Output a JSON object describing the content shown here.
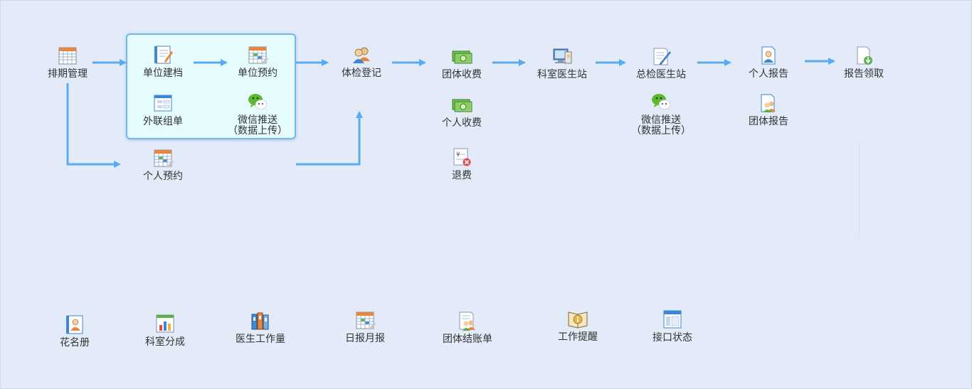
{
  "workflow": {
    "schedule": {
      "label": "排期管理",
      "icon": "calendar-grid-icon"
    },
    "unit_archive": {
      "label": "单位建档",
      "icon": "notebook-pencil-icon"
    },
    "unit_appointment": {
      "label": "单位预约",
      "icon": "calendar-grid-icon"
    },
    "external_group": {
      "label": "外联组单",
      "icon": "window-form-icon"
    },
    "wechat_push_1": {
      "label": "微信推送",
      "sub": "（数据上传）",
      "icon": "wechat-icon"
    },
    "personal_appointment": {
      "label": "个人预约",
      "icon": "calendar-edit-icon"
    },
    "registration": {
      "label": "体检登记",
      "icon": "users-icon"
    },
    "group_charge": {
      "label": "团体收费",
      "icon": "money-icon"
    },
    "personal_charge": {
      "label": "个人收费",
      "icon": "money-icon"
    },
    "refund": {
      "label": "退费",
      "icon": "refund-icon"
    },
    "department_station": {
      "label": "科室医生站",
      "icon": "computer-icon"
    },
    "chief_station": {
      "label": "总检医生站",
      "icon": "document-pen-icon"
    },
    "wechat_push_2": {
      "label": "微信推送",
      "sub": "（数据上传）",
      "icon": "wechat-icon"
    },
    "personal_report": {
      "label": "个人报告",
      "icon": "report-user-icon"
    },
    "group_report": {
      "label": "团体报告",
      "icon": "report-group-icon"
    },
    "report_pickup": {
      "label": "报告领取",
      "icon": "document-download-icon"
    }
  },
  "bottom_bar": [
    {
      "label": "花名册",
      "icon": "roster-icon"
    },
    {
      "label": "科室分成",
      "icon": "chart-icon"
    },
    {
      "label": "医生工作量",
      "icon": "binders-icon"
    },
    {
      "label": "日报月报",
      "icon": "calendar-edit-icon"
    },
    {
      "label": "团体结账单",
      "icon": "bill-group-icon"
    },
    {
      "label": "工作提醒",
      "icon": "info-book-icon"
    },
    {
      "label": "接口状态",
      "icon": "window-panel-icon"
    }
  ],
  "colors": {
    "background": "#e2ebf7",
    "arrow": "#5aaaf2",
    "group_box_fill": "#e6fbfd",
    "group_box_border": "#6bb7ee"
  }
}
